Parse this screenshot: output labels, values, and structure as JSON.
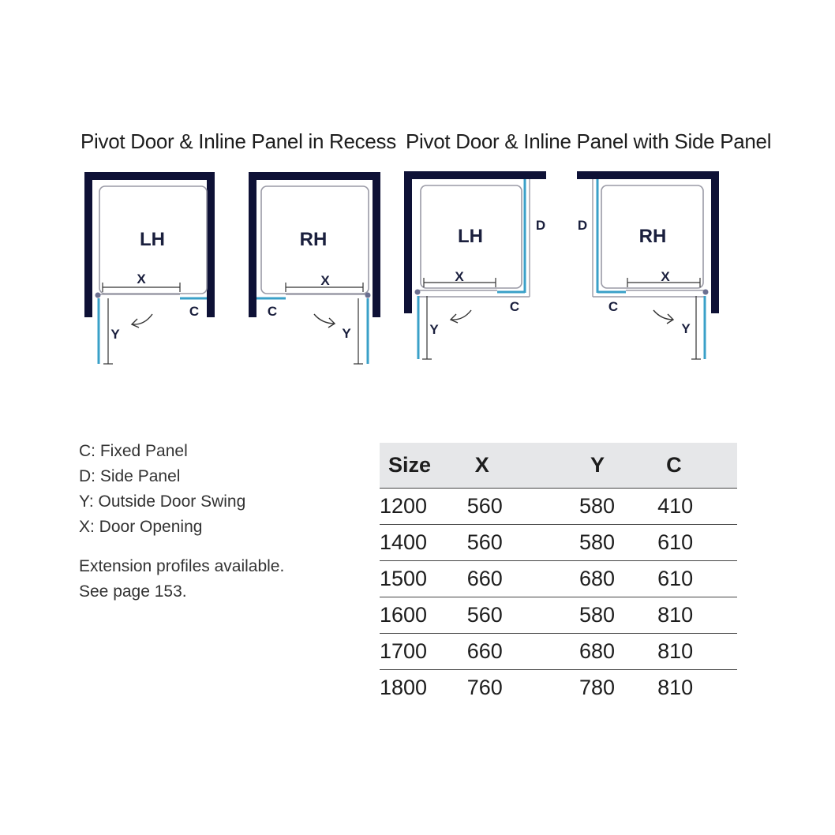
{
  "titles": {
    "recess": "Pivot Door & Inline Panel in Recess",
    "side_panel": "Pivot Door & Inline Panel with Side Panel"
  },
  "diagram_labels": {
    "lh": "LH",
    "rh": "RH",
    "x": "X",
    "y": "Y",
    "c": "C",
    "d": "D"
  },
  "legend": {
    "c": "C: Fixed Panel",
    "d": "D: Side Panel",
    "y": "Y: Outside Door Swing",
    "x": "X: Door Opening",
    "note_line1": "Extension profiles available.",
    "note_line2": "See page 153."
  },
  "colors": {
    "wall": "#0e1136",
    "glass": "#3aa0c8",
    "frame": "#9a9aa6"
  },
  "table": {
    "headers": [
      "Size",
      "X",
      "Y",
      "C"
    ],
    "rows": [
      [
        "1200",
        "560",
        "580",
        "410"
      ],
      [
        "1400",
        "560",
        "580",
        "610"
      ],
      [
        "1500",
        "660",
        "680",
        "610"
      ],
      [
        "1600",
        "560",
        "580",
        "810"
      ],
      [
        "1700",
        "660",
        "680",
        "810"
      ],
      [
        "1800",
        "760",
        "780",
        "810"
      ]
    ]
  }
}
